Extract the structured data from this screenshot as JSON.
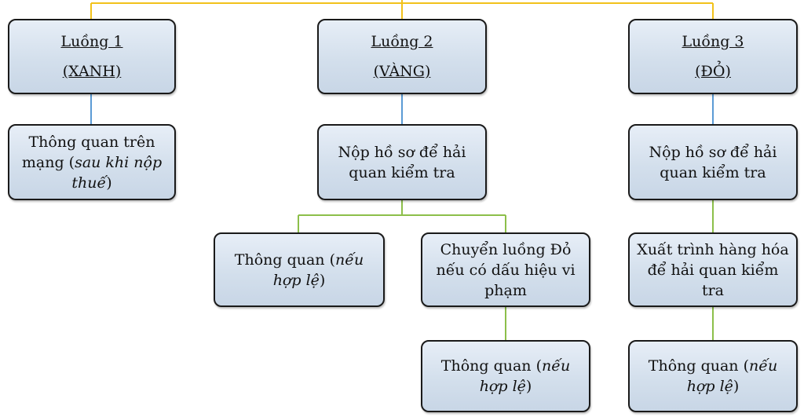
{
  "nodes": {
    "flow1": {
      "line1": "Luồng 1",
      "line2": "(XANH)"
    },
    "flow2": {
      "line1": "Luồng 2",
      "line2": "(VÀNG)"
    },
    "flow3": {
      "line1": "Luồng 3",
      "line2": "(ĐỎ)"
    },
    "green_clearance": {
      "text": "Thông quan trên mạng (",
      "italic": "sau khi nộp thuế",
      "end": ")"
    },
    "yellow_submit": {
      "text": "Nộp hồ sơ để hải quan kiểm tra"
    },
    "yellow_clear": {
      "text": "Thông quan (",
      "italic": "nếu hợp lệ",
      "end": ")"
    },
    "yellow_to_red": {
      "text": "Chuyển luồng Đỏ nếu có dấu hiệu vi phạm"
    },
    "yellow_to_red_clear": {
      "text": "Thông quan (",
      "italic": "nếu hợp lệ",
      "end": ")"
    },
    "red_submit": {
      "text": "Nộp hồ sơ để hải quan kiểm tra"
    },
    "red_inspect": {
      "text": "Xuất trình hàng hóa để hải quan kiểm tra"
    },
    "red_clear": {
      "text": "Thông quan (",
      "italic": "nếu hợp lệ",
      "end": ")"
    }
  },
  "colors": {
    "top_connector": "#f2c21b",
    "blue_connector": "#5b9bd5",
    "green_connector": "#8cbf4a"
  }
}
